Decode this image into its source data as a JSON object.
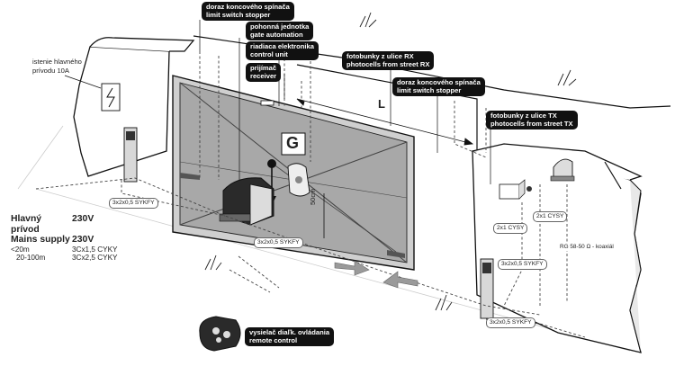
{
  "labels": {
    "limit_switch_1": [
      "doraz koncového spínača",
      "limit switch stopper"
    ],
    "gate_automation": [
      "pohonná jednotka",
      "gate automation"
    ],
    "control_unit": [
      "riadiaca elektronika",
      "control unit"
    ],
    "receiver": [
      "prijímač",
      "receiver"
    ],
    "photocells_rx": [
      "fotobunky z ulice RX",
      "photocells from street RX"
    ],
    "limit_switch_2": [
      "doraz koncového spínača",
      "limit switch stopper"
    ],
    "photocells_tx": [
      "fotobunky z ulice TX",
      "photocells from street TX"
    ],
    "remote": [
      "vysielač diaľk. ovládania",
      "remote control"
    ],
    "mains_breaker": [
      "istenie hlavného",
      "prívodu 10A"
    ]
  },
  "dimensions": {
    "length": "L",
    "height": "50cm"
  },
  "gate_letter": "G",
  "cables": {
    "c1": "3x2x0,5 SYKFY",
    "c2": "3x2x0,5 SYKFY",
    "c3": "3x2x0,5 SYKFY",
    "c4": "3x2x0,5 SYKFY",
    "c5": "2x1 CYSY",
    "c6": "2x1 CYSY",
    "coax": "RG 58-50 Ω - koaxiál"
  },
  "mains": {
    "title_sk": "Hlavný prívod",
    "value_sk": "230V",
    "title_en": "Mains supply",
    "value_en": "230V",
    "rows": [
      {
        "range": "<20m",
        "cable": "3Cx1,5 CYKY"
      },
      {
        "range": "20-100m",
        "cable": "3Cx2,5 CYKY"
      }
    ]
  },
  "colors": {
    "gate_fill": "#a8a8a8",
    "frame": "#cfcfcf",
    "wall": "#ffffff",
    "ink": "#111111"
  }
}
